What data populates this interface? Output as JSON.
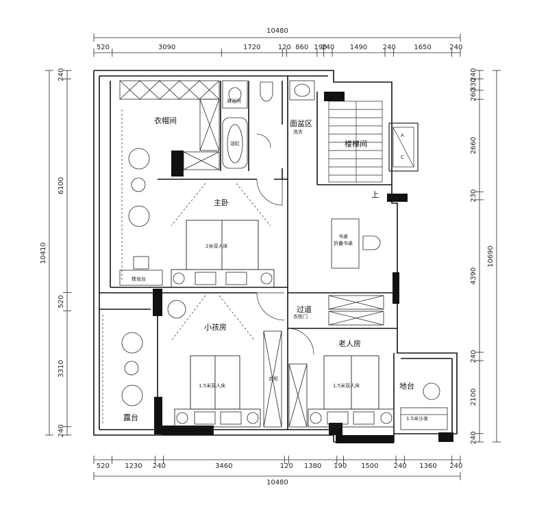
{
  "dimensions": {
    "top_total": "10480",
    "top": [
      "520",
      "3090",
      "1720",
      "120",
      "860",
      "190",
      "240",
      "1490",
      "240",
      "1650",
      "240"
    ],
    "bottom_total": "10480",
    "bottom": [
      "520",
      "1230",
      "240",
      "3460",
      "120",
      "1380",
      "190",
      "1500",
      "240",
      "1360",
      "240"
    ],
    "left": [
      "240",
      "6100",
      "520",
      "3310",
      "240"
    ],
    "left_total": "10410",
    "right": [
      "240",
      "330",
      "260",
      "2660",
      "230",
      "4390",
      "240",
      "2100",
      "240"
    ],
    "right_total": "10690"
  },
  "rooms": {
    "cloakroom": "衣帽间",
    "master": "主卧",
    "small_bedroom": "小孩房",
    "elder_bedroom": "老人房",
    "balcony_left": "露台",
    "balcony_right": "地台",
    "basin_area": "面盆区",
    "stair": "楼梯间",
    "corridor": "过道"
  },
  "annotations": {
    "dressing_table": "梳妆台",
    "bathroom": "淋浴间",
    "bath": "浴缸",
    "bed_master": "2米双人床",
    "bed_small": "1.5米双人床",
    "bed_elder": "1.5米双人床",
    "desk": "书桌",
    "desk_sub": "折叠书桌",
    "sofa": "1.5米沙发",
    "cabinet": "衣柜",
    "arrow_up": "上",
    "compass_a": "A",
    "compass_c": "C",
    "basin_sub": "洗衣",
    "corridor_sub": "衣柜门"
  }
}
